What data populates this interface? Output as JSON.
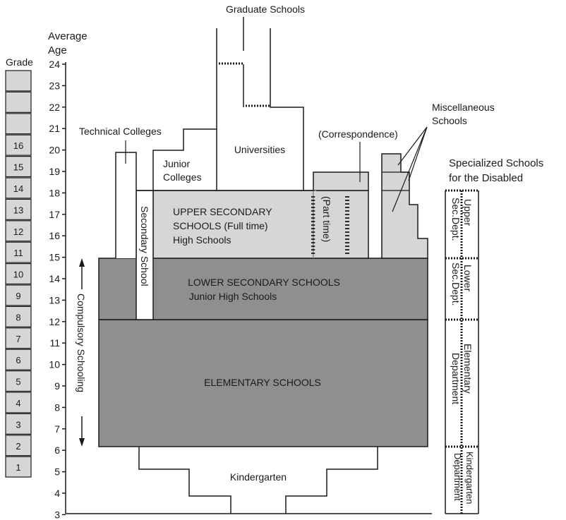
{
  "header": {
    "grade_label": "Grade",
    "average_age_label": [
      "Average",
      "Age"
    ]
  },
  "ages": [
    "24",
    "23",
    "22",
    "21",
    "20",
    "19",
    "18",
    "17",
    "16",
    "15",
    "14",
    "13",
    "12",
    "11",
    "10",
    "9",
    "8",
    "7",
    "6",
    "5",
    "4",
    "3"
  ],
  "grades": [
    "",
    "",
    "",
    "16",
    "15",
    "14",
    "13",
    "12",
    "11",
    "10",
    "9",
    "8",
    "7",
    "6",
    "5",
    "4",
    "3",
    "2",
    "1"
  ],
  "labels": {
    "graduate_schools": "Graduate Schools",
    "technical_colleges": "Technical Colleges",
    "junior_colleges": [
      "Junior",
      "Colleges"
    ],
    "universities": "Universities",
    "correspondence": "(Correspondence)",
    "part_time": "(Part time)",
    "miscellaneous_schools": [
      "Miscellaneous",
      "Schools"
    ],
    "specialized_schools": [
      "Specialized Schools",
      "for the Disabled"
    ],
    "upper_secondary": [
      "UPPER SECONDARY",
      "SCHOOLS (Full time)",
      "High Schools"
    ],
    "secondary_school": "Secondary School",
    "lower_secondary": [
      "LOWER SECONDARY SCHOOLS",
      "Junior High Schools"
    ],
    "elementary": "ELEMENTARY SCHOOLS",
    "compulsory": "Compulsory Schooling",
    "kindergarten": "Kindergarten",
    "upper_sec_dept": [
      "Upper",
      "Sec.Dept."
    ],
    "lower_sec_dept": [
      "Lower",
      "Sec.Dept."
    ],
    "elementary_dept": [
      "Elementary",
      "Department"
    ],
    "kindergarten_dept": [
      "Kindergarten",
      "Department"
    ]
  },
  "colors": {
    "dark_fill": "#8f8f8f",
    "light_fill": "#d6d6d6",
    "line": "#1a1a1a"
  }
}
